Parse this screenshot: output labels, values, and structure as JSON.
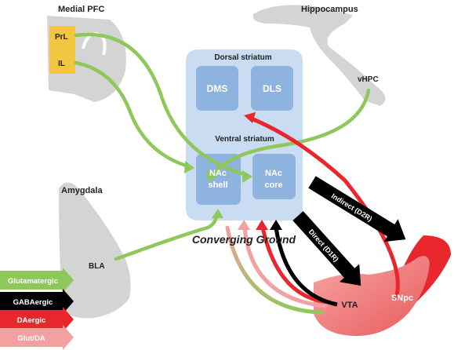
{
  "regions": {
    "medial_pfc": "Medial PFC",
    "prl": "PrL",
    "il": "IL",
    "hippocampus": "Hippocampus",
    "vhpc": "vHPC",
    "amygdala": "Amygdala",
    "bla": "BLA",
    "dorsal_striatum": "Dorsal striatum",
    "dms": "DMS",
    "dls": "DLS",
    "ventral_striatum": "Ventral striatum",
    "nac_shell_1": "NAc",
    "nac_shell_2": "shell",
    "nac_core_1": "NAc",
    "nac_core_2": "core",
    "converging_ground": "Converging Ground",
    "vta": "VTA",
    "snpc": "SNpc"
  },
  "pathways": {
    "indirect": "Indirect (D2R)",
    "direct": "Direct (D1R)"
  },
  "legend": [
    {
      "label": "Glutamatergic",
      "color": "#8fc85a"
    },
    {
      "label": "GABAergic",
      "color": "#000000"
    },
    {
      "label": "DAergic",
      "color": "#e8262c"
    },
    {
      "label": "Glut/DA",
      "color": "#f2a0a0"
    }
  ],
  "colors": {
    "glutamatergic": "#8fc85a",
    "gabaergic": "#000000",
    "daergic": "#e8262c",
    "striatum_box": "#c9dcf1",
    "subregion_box": "#8fb3df",
    "brain_region": "#d4d4d4",
    "pfc_highlight": "#f3c640"
  }
}
